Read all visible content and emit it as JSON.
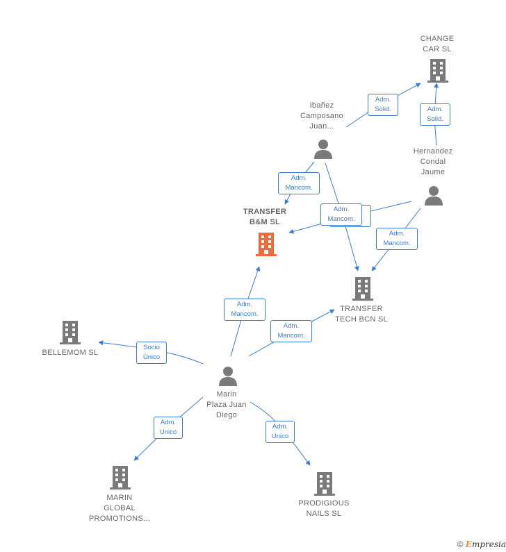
{
  "colors": {
    "edge": "#3a7bd5",
    "building_default": "#7a7a7a",
    "building_highlight": "#f06a3c",
    "person": "#7a7a7a"
  },
  "nodes": {
    "change_car": {
      "lines": [
        "CHANGE",
        "CAR  SL"
      ],
      "type": "company"
    },
    "ibanez": {
      "lines": [
        "Ibañez",
        "Camposano",
        "Juan..."
      ],
      "type": "person"
    },
    "hernandez": {
      "lines": [
        "Hernandez",
        "Condal",
        "Jaume"
      ],
      "type": "person"
    },
    "transfer_bm": {
      "lines": [
        "TRANSFER",
        "B&M  SL"
      ],
      "type": "company-highlight"
    },
    "transfer_bcn": {
      "lines": [
        "TRANSFER",
        "TECH BCN  SL"
      ],
      "type": "company"
    },
    "bellemom": {
      "lines": [
        "BELLEMOM  SL"
      ],
      "type": "company"
    },
    "marin": {
      "lines": [
        "Marin",
        "Plaza Juan",
        "Diego"
      ],
      "type": "person"
    },
    "marin_global": {
      "lines": [
        "MARIN",
        "GLOBAL",
        "PROMOTIONS..."
      ],
      "type": "company"
    },
    "prodigious": {
      "lines": [
        "PRODIGIOUS",
        "NAILS  SL"
      ],
      "type": "company"
    }
  },
  "edges": {
    "ibanez_change": [
      "Adm.",
      "Solid."
    ],
    "hernandez_change": [
      "Adm.",
      "Solid."
    ],
    "ibanez_bm": [
      "Adm.",
      "Mancom."
    ],
    "hernandez_bm": [
      "Adm.",
      "Mancom."
    ],
    "ibanez_bcn": [
      "Adm.",
      "Mancom."
    ],
    "hernandez_bcn": [
      "Adm.",
      "Mancom."
    ],
    "marin_bm": [
      "Adm.",
      "Mancom."
    ],
    "marin_bcn": [
      "Adm.",
      "Mancom."
    ],
    "marin_bellemom": [
      "Socio",
      "Único"
    ],
    "marin_global": [
      "Adm.",
      "Unico"
    ],
    "marin_prodigious": [
      "Adm.",
      "Unico"
    ]
  },
  "footer": {
    "copyright": "©",
    "brand_first": "E",
    "brand_rest": "mpresia"
  }
}
